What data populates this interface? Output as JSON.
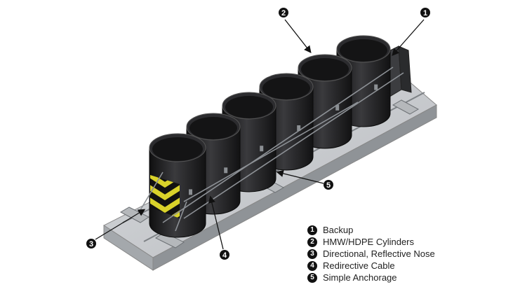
{
  "legend": {
    "items": [
      {
        "number": "1",
        "label": "Backup"
      },
      {
        "number": "2",
        "label": "HMW/HDPE Cylinders"
      },
      {
        "number": "3",
        "label": "Directional, Reflective Nose"
      },
      {
        "number": "4",
        "label": "Redirective Cable"
      },
      {
        "number": "5",
        "label": "Simple Anchorage"
      }
    ]
  },
  "callouts": {
    "c1": "1",
    "c2": "2",
    "c3": "3",
    "c4": "4",
    "c5": "5"
  },
  "colors": {
    "cylinder": "#1e1e20",
    "base_top": "#c9cccf",
    "base_side": "#9ea2a6",
    "marker_stripe": "#d9d22a",
    "callout": "#111111"
  }
}
